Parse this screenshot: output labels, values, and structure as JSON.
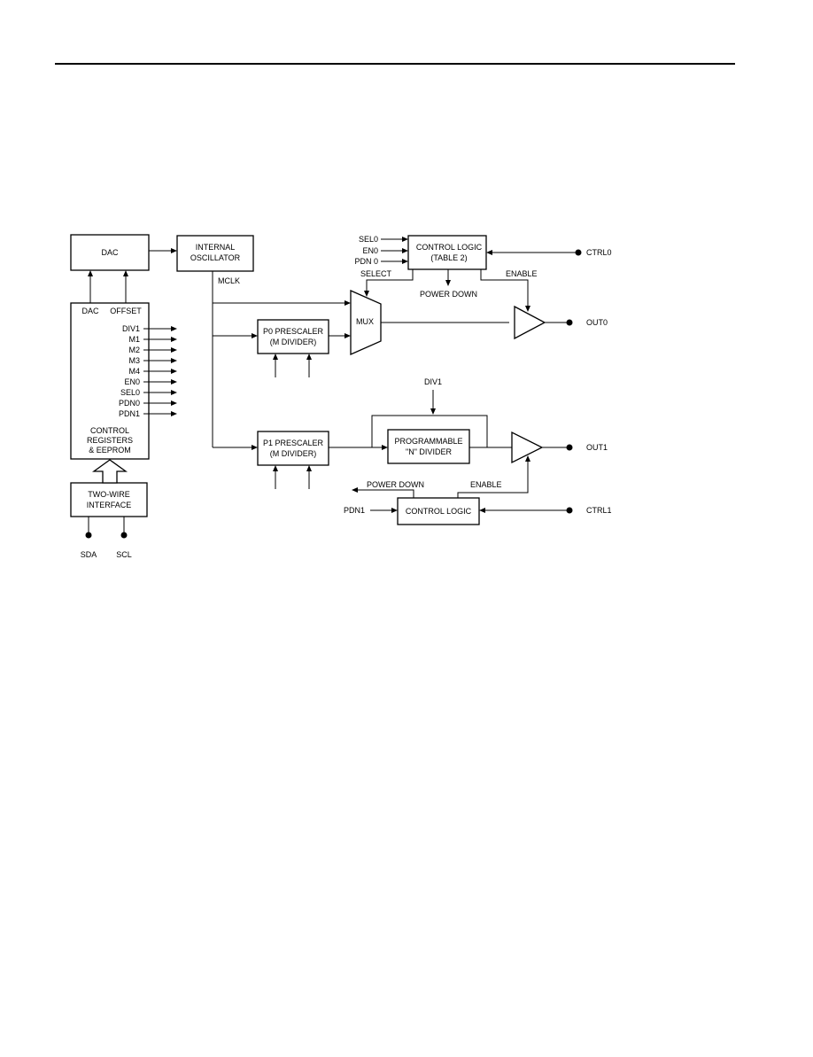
{
  "diagram": {
    "blocks": {
      "dac": "DAC",
      "osc_1": "INTERNAL",
      "osc_2": "OSCILLATOR",
      "cl0_1": "CONTROL LOGIC",
      "cl0_2": "(TABLE 2)",
      "p0_1": "P0 PRESCALER",
      "p0_2": "(M DIVIDER)",
      "mux": "MUX",
      "p1_1": "P1 PRESCALER",
      "p1_2": "(M DIVIDER)",
      "prog_1": "PROGRAMMABLE",
      "prog_2": "\"N\" DIVIDER",
      "regs_1": "CONTROL",
      "regs_2": "REGISTERS",
      "regs_3": "& EEPROM",
      "twi_1": "TWO-WIRE",
      "twi_2": "INTERFACE",
      "cl1": "CONTROL LOGIC"
    },
    "register_labels": {
      "dac": "DAC",
      "offset": "OFFSET",
      "outputs": [
        "DIV1",
        "M1",
        "M2",
        "M3",
        "M4",
        "EN0",
        "SEL0",
        "PDN0",
        "PDN1"
      ]
    },
    "signals": {
      "mclk": "MCLK",
      "sel0": "SEL0",
      "en0": "EN0",
      "pdn0": "PDN 0",
      "ctrl0": "CTRL0",
      "select": "SELECT",
      "enable0": "ENABLE",
      "power_down0": "POWER DOWN",
      "out0": "OUT0",
      "div1": "DIV1",
      "out1": "OUT1",
      "power_down1": "POWER DOWN",
      "enable1": "ENABLE",
      "pdn1": "PDN1",
      "ctrl1": "CTRL1",
      "sda": "SDA",
      "scl": "SCL"
    }
  }
}
